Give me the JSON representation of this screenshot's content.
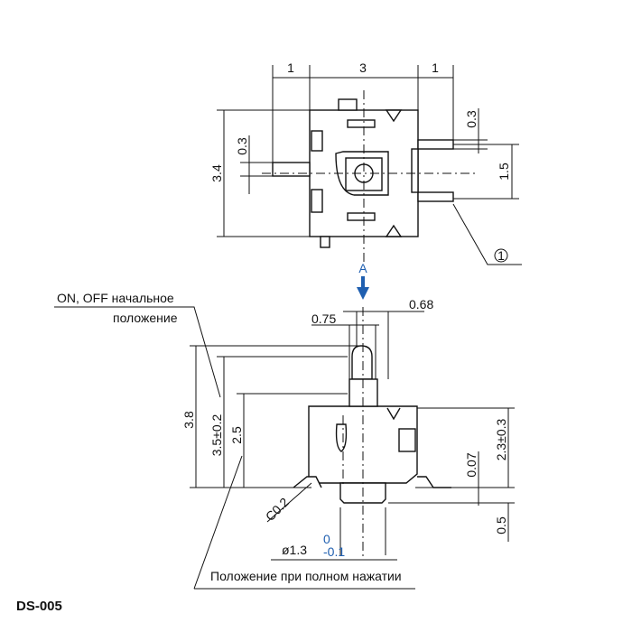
{
  "drawing_id": "DS-005",
  "view_label": "A",
  "balloon": "1",
  "accent_color": "#1f5fb0",
  "top_view": {
    "dim_left_width": "1",
    "dim_body_width": "3",
    "dim_right_width": "1",
    "dim_height": "3.4",
    "dim_left_pin": "0.3",
    "dim_right_pin": "0.3",
    "dim_pin_pitch": "1.5"
  },
  "side_view": {
    "dim_0_68": "0.68",
    "dim_0_75": "0.75",
    "dim_3_8": "3.8",
    "dim_3_5": "3.5±0.2",
    "dim_2_5": "2.5",
    "dim_2_3": "2.3±0.3",
    "dim_0_07": "0.07",
    "dim_0_5": "0.5",
    "chamfer": "C0.2",
    "diameter": "ø1.3",
    "diameter_tol_upper": "0",
    "diameter_tol_lower": "-0.1"
  },
  "notes": {
    "initial_line1": "ON, OFF начальное",
    "initial_line2": "положение",
    "full_press": "Положение при полном нажатии"
  }
}
